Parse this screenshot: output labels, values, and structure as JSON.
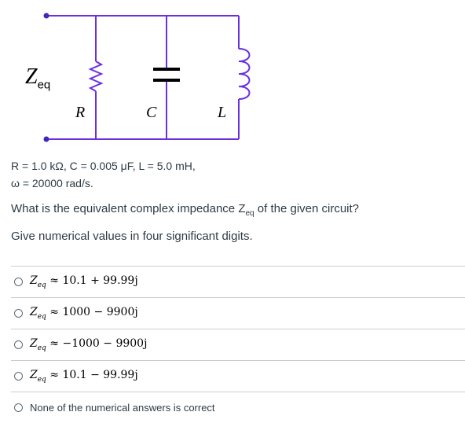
{
  "circuit": {
    "zeq_main": "Z",
    "zeq_sub": "eq",
    "labels": {
      "r": "R",
      "c": "C",
      "l": "L"
    },
    "wire_color": "#6a30e0",
    "node_color": "#3b2bb8"
  },
  "params": {
    "line1": "R = 1.0 kΩ, C = 0.005 μF, L = 5.0 mH,",
    "line2": "ω = 20000 rad/s."
  },
  "question": {
    "prefix": "What is the equivalent complex impedance Z",
    "sub": "eq",
    "suffix": " of the given circuit?"
  },
  "instruction": "Give numerical values in four significant digits.",
  "answers": [
    {
      "z": "Z",
      "sub": "eq",
      "expr": " ≈ 10.1 + 99.99j"
    },
    {
      "z": "Z",
      "sub": "eq",
      "expr": " ≈ 1000 − 9900j"
    },
    {
      "z": "Z",
      "sub": "eq",
      "expr": " ≈ −1000 − 9900j"
    },
    {
      "z": "Z",
      "sub": "eq",
      "expr": " ≈ 10.1 − 99.99j"
    }
  ],
  "none_answer": "None of the numerical answers is correct"
}
